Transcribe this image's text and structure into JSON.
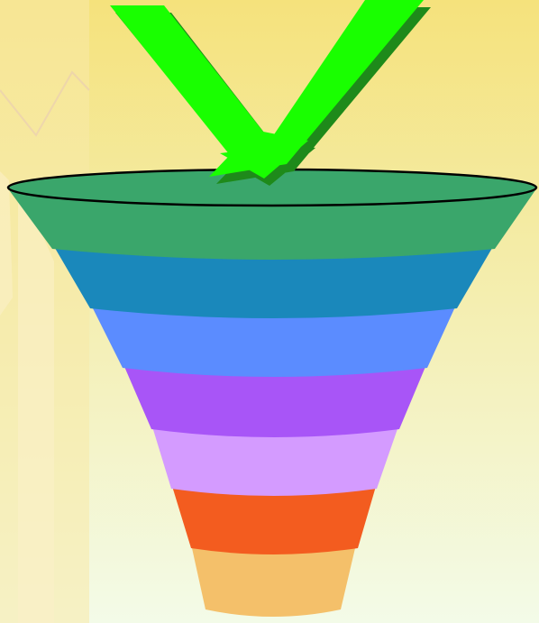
{
  "background": {
    "top_color": "#f5e27c",
    "bottom_color": "#f3fbe8",
    "strip_color": "#f7e9a8",
    "pencil_color": "#fbf0c8"
  },
  "arrow": {
    "icon": "down-chevron-arrow-icon",
    "color": "#19ff00",
    "shadow_color": "#1e8a1a"
  },
  "funnel": {
    "layers": [
      {
        "name": "layer-1",
        "color": "#3aa66b"
      },
      {
        "name": "layer-2",
        "color": "#1a88bb"
      },
      {
        "name": "layer-3",
        "color": "#5b8cff"
      },
      {
        "name": "layer-4",
        "color": "#a855f7"
      },
      {
        "name": "layer-5",
        "color": "#d49bff"
      },
      {
        "name": "layer-6",
        "color": "#f35c1f"
      },
      {
        "name": "layer-7",
        "color": "#f4c06a"
      }
    ],
    "rim_outline_color": "#000000"
  }
}
